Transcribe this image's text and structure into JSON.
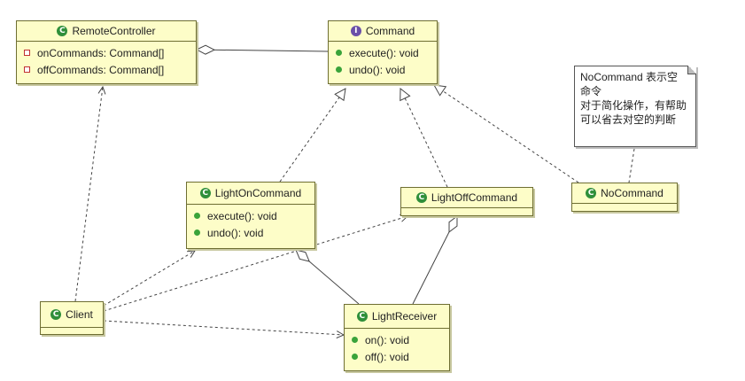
{
  "classes": {
    "remote_controller": {
      "name": "RemoteController",
      "kind": "class",
      "fields": [
        "onCommands: Command[]",
        "offCommands: Command[]"
      ]
    },
    "command": {
      "name": "Command",
      "kind": "interface",
      "methods": [
        "execute(): void",
        "undo(): void"
      ]
    },
    "light_on_command": {
      "name": "LightOnCommand",
      "kind": "class",
      "methods": [
        "execute(): void",
        "undo(): void"
      ]
    },
    "light_off_command": {
      "name": "LightOffCommand",
      "kind": "class"
    },
    "no_command": {
      "name": "NoCommand",
      "kind": "class"
    },
    "client": {
      "name": "Client",
      "kind": "class"
    },
    "light_receiver": {
      "name": "LightReceiver",
      "kind": "class",
      "methods": [
        "on(): void",
        "off(): void"
      ]
    }
  },
  "note": {
    "lines": [
      "NoCommand 表示空",
      "命令",
      "对于简化操作，有帮助",
      "可以省去对空的判断"
    ]
  },
  "badges": {
    "class": "C",
    "interface": "I"
  },
  "colors": {
    "box_fill": "#fdfdc8",
    "box_border": "#6e6e32",
    "class_badge": "#2f8f3a",
    "interface_badge": "#6a4fa8",
    "method_dot": "#3aa33a"
  }
}
